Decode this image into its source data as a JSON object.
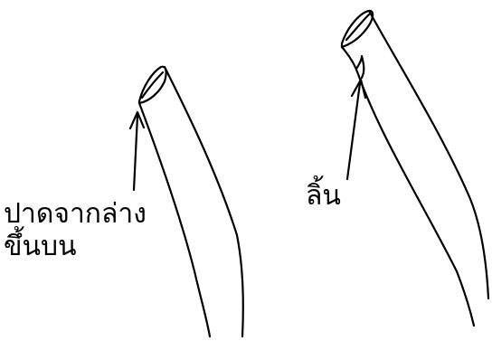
{
  "diagram": {
    "left_label_line1": "ปาดจากล่าง",
    "left_label_line2": "ขึ้นบน",
    "right_label": "ลิ้น"
  }
}
